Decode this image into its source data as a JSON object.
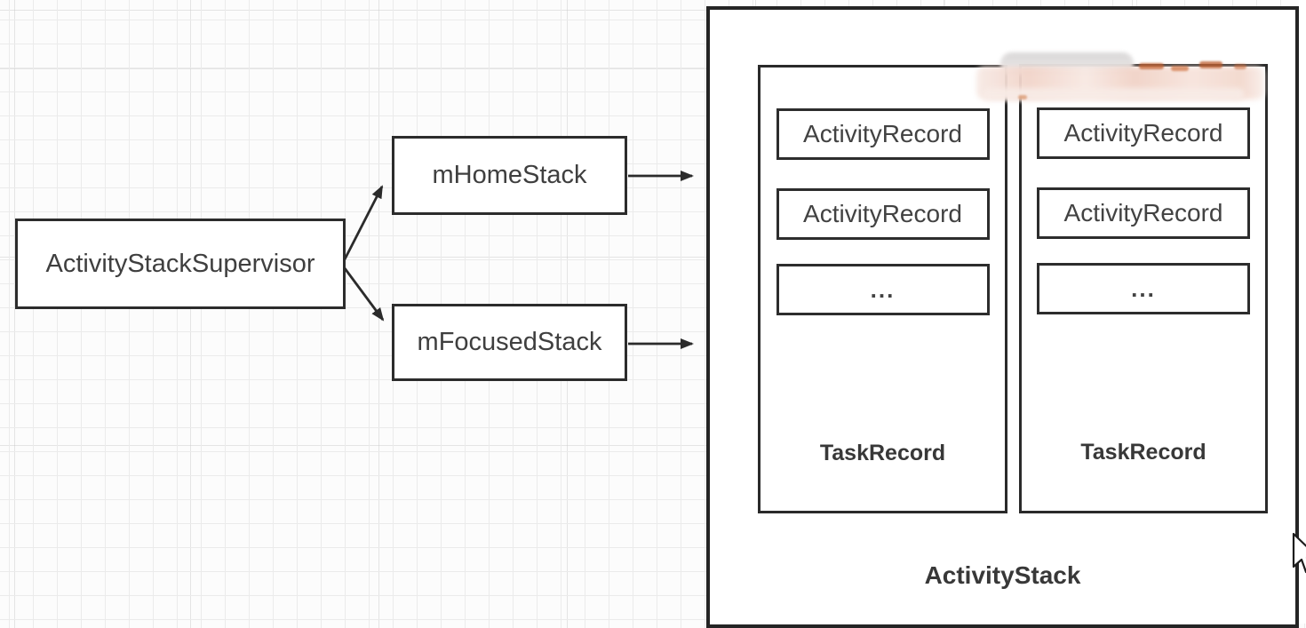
{
  "diagram": {
    "supervisor": {
      "label": "ActivityStackSupervisor"
    },
    "home_stack": {
      "label": "mHomeStack"
    },
    "focused_stack": {
      "label": "mFocusedStack"
    },
    "activity_stack": {
      "label": "ActivityStack",
      "tasks": [
        {
          "label": "TaskRecord",
          "records": [
            "ActivityRecord",
            "ActivityRecord",
            "..."
          ]
        },
        {
          "label": "TaskRecord",
          "records": [
            "ActivityRecord",
            "ActivityRecord",
            "..."
          ]
        }
      ]
    },
    "edges": [
      "ActivityStackSupervisor -> mHomeStack",
      "ActivityStackSupervisor -> mFocusedStack",
      "mHomeStack -> ActivityStack",
      "mFocusedStack -> ActivityStack"
    ]
  },
  "colors": {
    "box_border": "#2c2c2c",
    "text": "#3f3f3f",
    "grid_line": "#ebebeb",
    "background": "#fcfcfc",
    "arrow": "#2b2b2b",
    "smudge_pink": "#f2d4c9",
    "smudge_orange": "#c2602f"
  },
  "icons": {
    "cursor": "arrow-pointer"
  }
}
